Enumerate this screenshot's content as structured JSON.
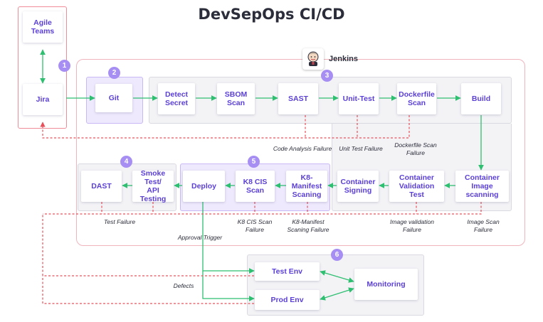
{
  "title": "DevSepOps CI/CD",
  "jenkins_label": "Jenkins",
  "badges": {
    "b1": "1",
    "b2": "2",
    "b3": "3",
    "b4": "4",
    "b5": "5",
    "b6": "6"
  },
  "nodes": {
    "agile_teams": "Agile\nTeams",
    "jira": "Jira",
    "git": "Git",
    "detect_secret": "Detect\nSecret",
    "sbom_scan": "SBOM\nScan",
    "sast": "SAST",
    "unit_test": "Unit-Test",
    "dockerfile_scan": "Dockerfile\nScan",
    "build": "Build",
    "container_image_scanning": "Container\nImage scanning",
    "container_validation_test": "Container\nValidation Test",
    "container_signing": "Container\nSigning",
    "k8_manifest_scanning": "K8-Manifest\nScaning",
    "k8_cis_scan": "K8 CIS\nScan",
    "deploy": "Deploy",
    "smoke_test": "Smoke Test/\nAPI Testing",
    "dast": "DAST",
    "test_env": "Test Env",
    "prod_env": "Prod Env",
    "monitoring": "Monitoring"
  },
  "failure_labels": {
    "code_analysis": "Code Analysis Failure",
    "unit_test": "Unit Test Failure",
    "dockerfile_scan": "Dockerfile Scan\nFailure",
    "test": "Test Failure",
    "k8_cis": "K8 CIS Scan\nFailure",
    "k8_manifest": "K8-Manifest\nScaning Failure",
    "image_validation": "Image validation\nFailure",
    "image_scan": "Image Scan\nFailure",
    "approval_trigger": "Approval Trigger",
    "defects": "Defects"
  },
  "colors": {
    "green": "#2fbf71",
    "red": "#e8515b",
    "purple": "#5b3fd6",
    "badge": "#a78ef2",
    "pink_border": "#f0a8b2",
    "purple_region": "#efe9fd",
    "grey_region": "#f3f3f6"
  }
}
